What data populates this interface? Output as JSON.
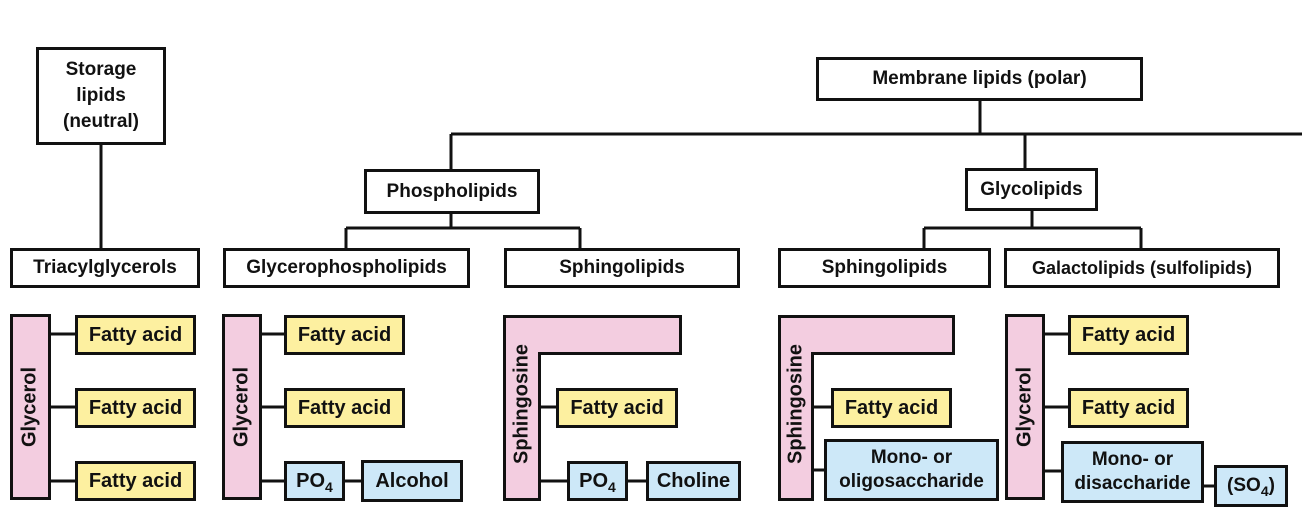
{
  "top": {
    "storage": [
      "Storage",
      "lipids",
      "(neutral)"
    ],
    "membrane": "Membrane lipids (polar)",
    "phospholipids": "Phospholipids",
    "glycolipids": "Glycolipids"
  },
  "classes": {
    "triacylglycerols": "Triacylglycerols",
    "glycerophospholipids": "Glycerophospholipids",
    "sphingolipids_p": "Sphingolipids",
    "sphingolipids_g": "Sphingolipids",
    "galactolipids": "Galactolipids (sulfolipids)"
  },
  "backbones": {
    "glycerol": "Glycerol",
    "sphingosine": "Sphingosine"
  },
  "components": {
    "fatty_acid": "Fatty acid",
    "po": "PO",
    "po_sub": "4",
    "alcohol": "Alcohol",
    "choline": "Choline",
    "mono_oligo": [
      "Mono- or",
      "oligosaccharide"
    ],
    "mono_di": [
      "Mono- or",
      "disaccharide"
    ],
    "so_open": "(SO",
    "so_sub": "4",
    "so_close": ")"
  },
  "colors": {
    "line": "#111111",
    "backbone": "#f3cde0",
    "fatty_acid": "#fdf0a0",
    "head_group": "#cde8f8"
  }
}
